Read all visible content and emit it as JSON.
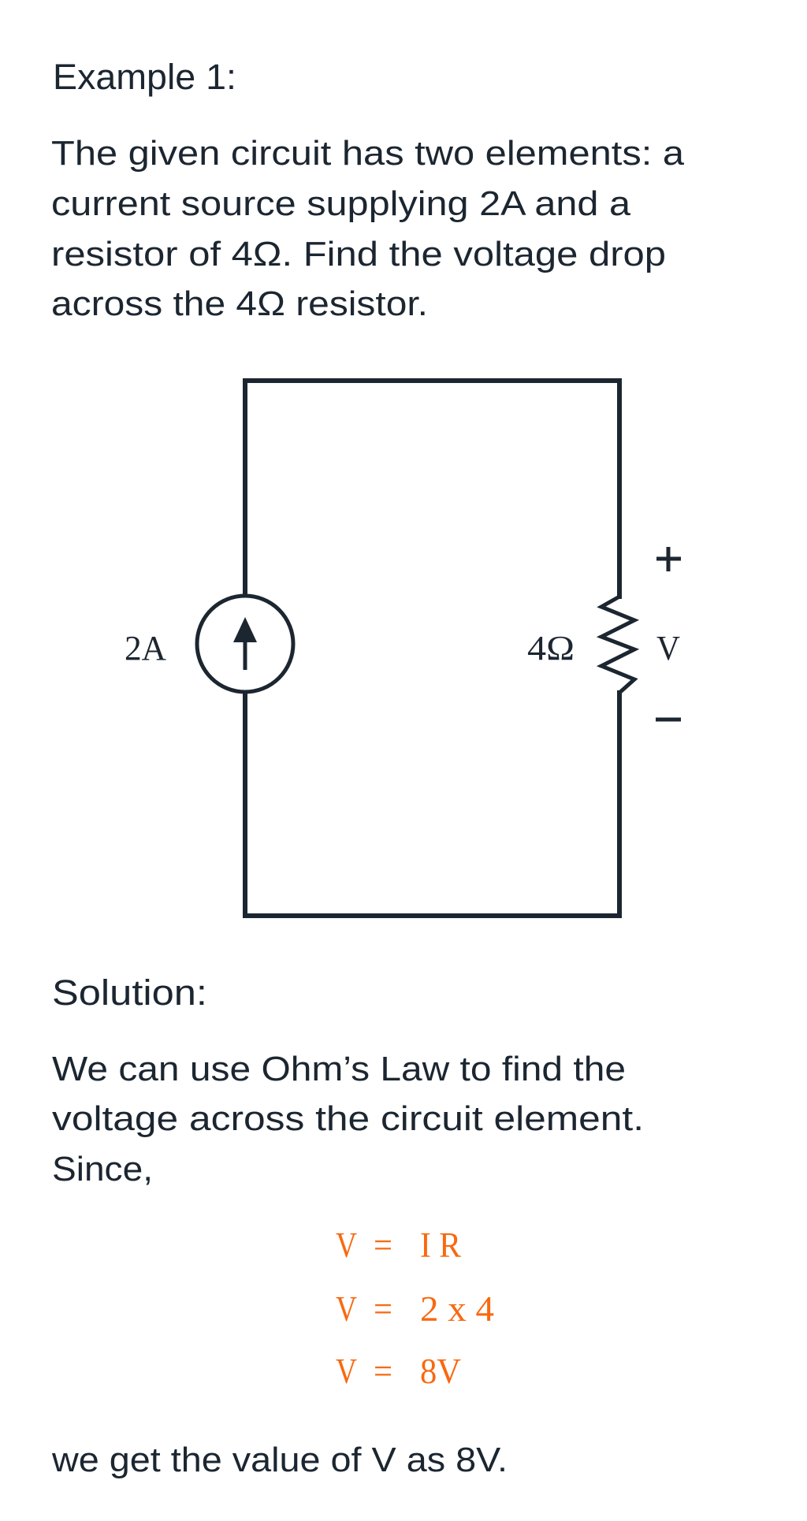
{
  "example": {
    "title": "Example 1:",
    "problem_lines": [
      "The given circuit has two elements: a",
      "current source supplying 2A and a",
      "resistor of 4Ω. Find the voltage drop",
      "across the 4Ω resistor."
    ]
  },
  "circuit": {
    "source_label": "2A",
    "source_type": "current-source",
    "resistor_label": "4Ω",
    "voltage_label": "V",
    "plus_sign": "+",
    "minus_sign": "−"
  },
  "solution": {
    "title": "Solution:",
    "body_lines": [
      "We can use Ohm’s Law to find the",
      "voltage across the circuit element.",
      "Since,"
    ],
    "equations": [
      {
        "lhs": "V",
        "eq": "=",
        "rhs": "I R"
      },
      {
        "lhs": "V",
        "eq": "=",
        "rhs": "2 x 4"
      },
      {
        "lhs": "V",
        "eq": "=",
        "rhs": "8V"
      }
    ],
    "conclusion": "we get the value of V as 8V."
  },
  "colors": {
    "text": "#1c2631",
    "equation": "#f8690f",
    "background": "#ffffff"
  }
}
